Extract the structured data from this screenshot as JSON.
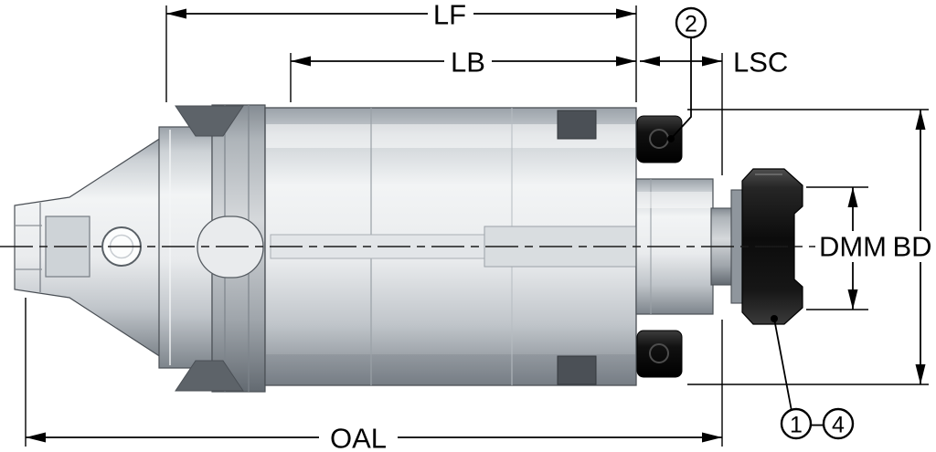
{
  "drawing": {
    "dimension_labels": {
      "lf": "LF",
      "lb": "LB",
      "lsc": "LSC",
      "oal": "OAL",
      "dmm": "DMM",
      "bd": "BD"
    },
    "callouts": {
      "item2": "2",
      "item1": "1",
      "item4": "4",
      "separator": "–"
    },
    "colors": {
      "line": "#000000",
      "background": "#ffffff",
      "metal_light": "#f2f4f5",
      "metal_mid": "#c0c5ca",
      "metal_dark": "#7d848b",
      "hardware_black": "#0c0c0c"
    }
  }
}
